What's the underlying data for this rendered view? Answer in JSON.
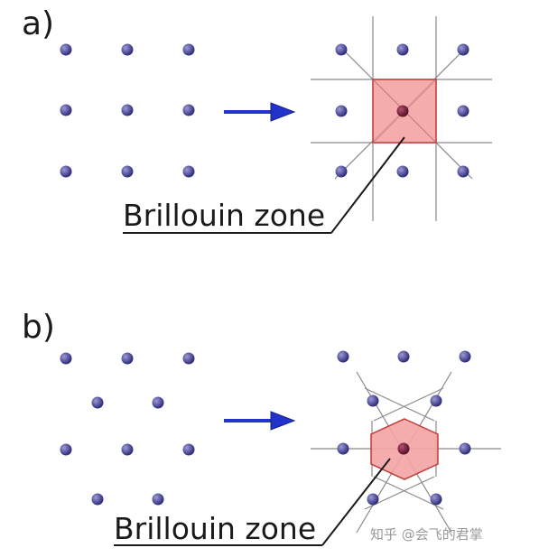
{
  "colors": {
    "dot": "#3f3d8f",
    "arrow": "#2233cc",
    "zone_fill": "#f4a3a3",
    "zone_stroke": "#c23a3a",
    "center_dot": "#7a1530",
    "line": "#8a8a8a",
    "text": "#1a1a1a",
    "watermark": "#9a9a9a"
  },
  "panels": [
    {
      "label": "a)",
      "lattice": "square",
      "zone_shape": "square",
      "zone_label": "Brillouin zone"
    },
    {
      "label": "b)",
      "lattice": "hexagonal",
      "zone_shape": "hexagon",
      "zone_label": "Brillouin zone"
    }
  ],
  "watermark": "知乎 @会飞的君掌"
}
